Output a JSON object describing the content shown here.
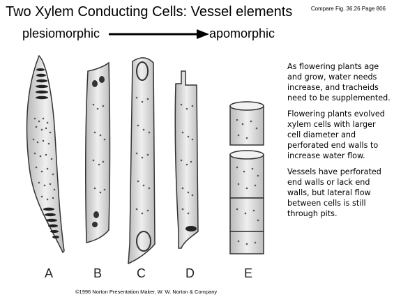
{
  "slide": {
    "title": "Two Xylem Conducting Cells: Vessel elements",
    "reference": "Compare Fig. 36.26 Page 806",
    "left_term": "plesiomorphic",
    "right_term": "apomorphic",
    "paragraphs": [
      "As flowering plants age and grow, water needs increase, and tracheids need to be supplemented.",
      "Flowering plants evolved xylem cells with larger cell diameter and perforated end walls to increase water flow.",
      "Vessels have perforated end walls or lack end walls, but lateral flow between cells is still through pits."
    ],
    "figure_labels": [
      "A",
      "B",
      "C",
      "D",
      "E"
    ],
    "credit": "©1996 Norton Presentation Maker, W. W. Norton & Company"
  }
}
